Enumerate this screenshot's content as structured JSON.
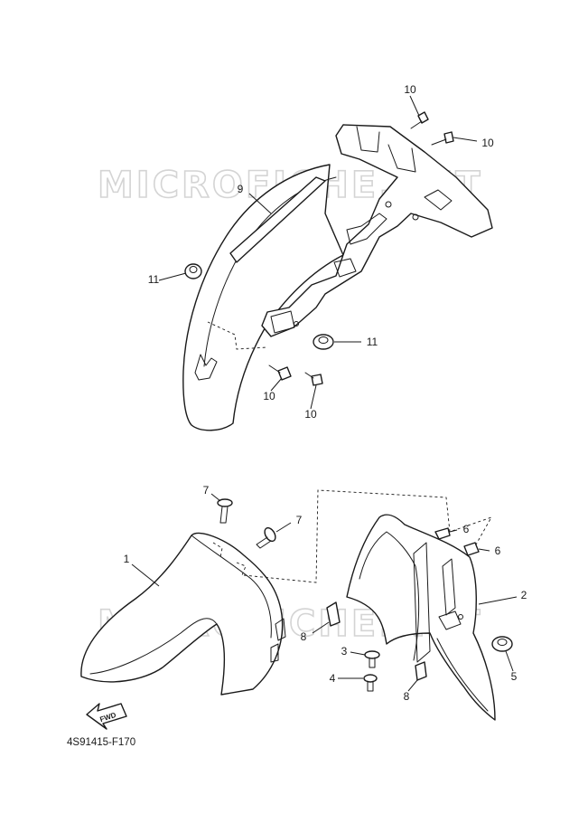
{
  "diagram": {
    "reference_code": "4S91415-F170",
    "watermark_text": "MICROFICHE.NET",
    "fwd_label": "FWD",
    "callouts": {
      "c1": "1",
      "c2": "2",
      "c3": "3",
      "c4": "4",
      "c5": "5",
      "c6a": "6",
      "c6b": "6",
      "c7a": "7",
      "c7b": "7",
      "c8a": "8",
      "c8b": "8",
      "c9": "9",
      "c10a": "10",
      "c10b": "10",
      "c10c": "10",
      "c10d": "10",
      "c11a": "11",
      "c11b": "11"
    }
  }
}
